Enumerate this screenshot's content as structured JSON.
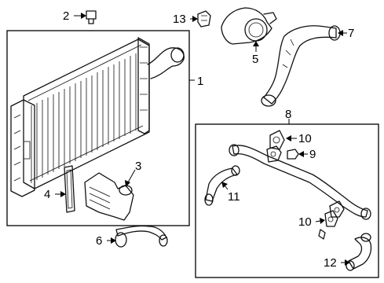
{
  "diagram": {
    "type": "parts-exploded-view",
    "callouts": [
      {
        "id": "c1",
        "label": "1"
      },
      {
        "id": "c2",
        "label": "2"
      },
      {
        "id": "c3",
        "label": "3"
      },
      {
        "id": "c4",
        "label": "4"
      },
      {
        "id": "c5",
        "label": "5"
      },
      {
        "id": "c6",
        "label": "6"
      },
      {
        "id": "c7",
        "label": "7"
      },
      {
        "id": "c8",
        "label": "8"
      },
      {
        "id": "c9",
        "label": "9"
      },
      {
        "id": "c10a",
        "label": "10"
      },
      {
        "id": "c10b",
        "label": "10"
      },
      {
        "id": "c11",
        "label": "11"
      },
      {
        "id": "c12",
        "label": "12"
      },
      {
        "id": "c13",
        "label": "13"
      }
    ]
  }
}
